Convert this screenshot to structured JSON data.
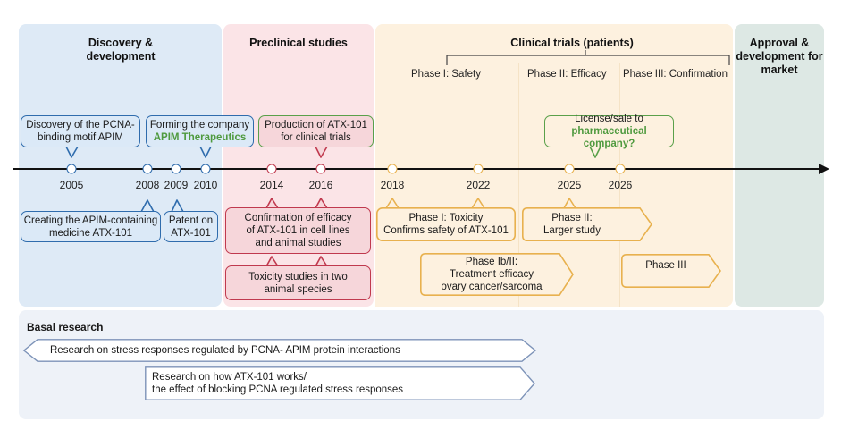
{
  "stages": {
    "discovery": "Discovery &\ndevelopment",
    "preclinical": "Preclinical studies",
    "clinical": "Clinical trials (patients)",
    "approval": "Approval &\ndevelopment for\nmarket"
  },
  "phases": {
    "phase1": "Phase I: Safety",
    "phase2": "Phase II: Efficacy",
    "phase3": "Phase III: Confirmation"
  },
  "years": [
    "2005",
    "2008",
    "2009",
    "2010",
    "2014",
    "2016",
    "2018",
    "2022",
    "2025",
    "2026"
  ],
  "events_above": {
    "discovery_motif": [
      "Discovery of the PCNA-",
      "binding motif APIM"
    ],
    "company_line1": "Forming the company",
    "company_line2": "APIM Therapeutics",
    "production": [
      "Production of ATX-101",
      "for clinical trials"
    ],
    "license_line1": "License/sale to",
    "license_line2": "pharmaceutical company?"
  },
  "events_below": {
    "medicine": [
      "Creating the APIM-containing",
      "medicine ATX-101"
    ],
    "patent": [
      "Patent on",
      "ATX-101"
    ],
    "efficacy": [
      "Confirmation of efficacy",
      "of ATX-101 in cell lines",
      "and animal studies"
    ],
    "toxicity": [
      "Toxicity studies in two",
      "animal species"
    ]
  },
  "trials": {
    "phase1_tox": [
      "Phase I: Toxicity",
      "Confirms safety of ATX-101"
    ],
    "phase1b": [
      "Phase Ib/II:",
      "Treatment efficacy",
      "ovary cancer/sarcoma"
    ],
    "phase2": [
      "Phase II:",
      "Larger study"
    ],
    "phase3": [
      "Phase III"
    ]
  },
  "basal": {
    "title": "Basal research",
    "stress": "Research on stress responses regulated by PCNA- APIM protein interactions",
    "how": [
      "Research on how ATX-101 works/",
      "the effect of blocking PCNA regulated stress responses"
    ]
  },
  "colors": {
    "discovery": "#deeaf6",
    "preclinical": "#fbe4e7",
    "clinical": "#fdf1df",
    "approval": "#dde8e4",
    "basal": "#eef2f8",
    "blue": "#2f6cad",
    "red": "#c0394e",
    "orange": "#e8b14e",
    "green": "#5aa04a"
  }
}
